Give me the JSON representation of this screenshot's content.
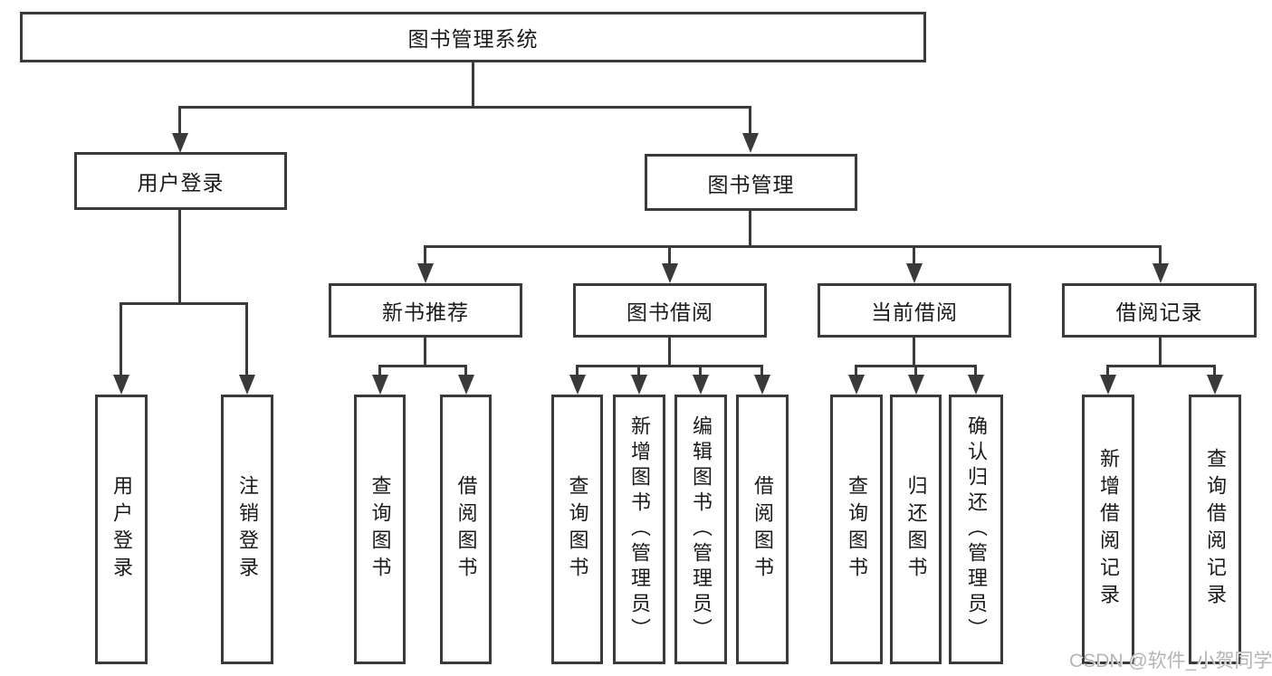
{
  "tree": {
    "root": {
      "label": "图书管理系统"
    },
    "branches": [
      {
        "label": "用户登录",
        "children": [
          {
            "label": "用户登录"
          },
          {
            "label": "注销登录"
          }
        ]
      },
      {
        "label": "图书管理",
        "children": [
          {
            "label": "新书推荐",
            "children": [
              {
                "label": "查询图书"
              },
              {
                "label": "借阅图书"
              }
            ]
          },
          {
            "label": "图书借阅",
            "children": [
              {
                "label": "查询图书"
              },
              {
                "label": "新增图书（管理员）"
              },
              {
                "label": "编辑图书（管理员）"
              },
              {
                "label": "借阅图书"
              }
            ]
          },
          {
            "label": "当前借阅",
            "children": [
              {
                "label": "查询图书"
              },
              {
                "label": "归还图书"
              },
              {
                "label": "确认归还（管理员）"
              }
            ]
          },
          {
            "label": "借阅记录",
            "children": [
              {
                "label": "新增借阅记录"
              },
              {
                "label": "查询借阅记录"
              }
            ]
          }
        ]
      }
    ]
  },
  "watermark": "CSDN @软件_小贺同学",
  "colors": {
    "line": "#3a3a3a",
    "text": "#1a1a1a",
    "watermark": "#b5b5b5"
  }
}
